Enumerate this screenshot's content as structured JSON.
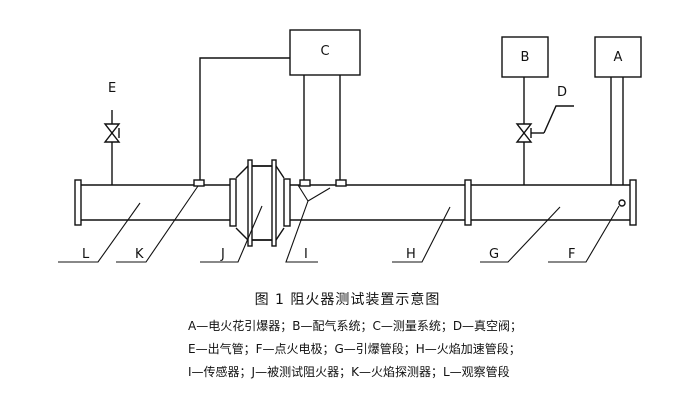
{
  "diagram": {
    "boxes": {
      "A": "A",
      "B": "B",
      "C": "C"
    },
    "labels": {
      "D": "D",
      "E": "E",
      "F": "F",
      "G": "G",
      "H": "H",
      "I": "I",
      "J": "J",
      "K": "K",
      "L": "L"
    }
  },
  "caption": {
    "title": "图 1   阻火器测试装置示意图",
    "legend_lines": [
      "A—电火花引爆器；B—配气系统；C—测量系统；D—真空阀；",
      "E—出气管；F—点火电极；G—引爆管段；H—火焰加速管段；",
      "I—传感器；J—被测试阻火器；K—火焰探测器；L—观察管段"
    ]
  }
}
